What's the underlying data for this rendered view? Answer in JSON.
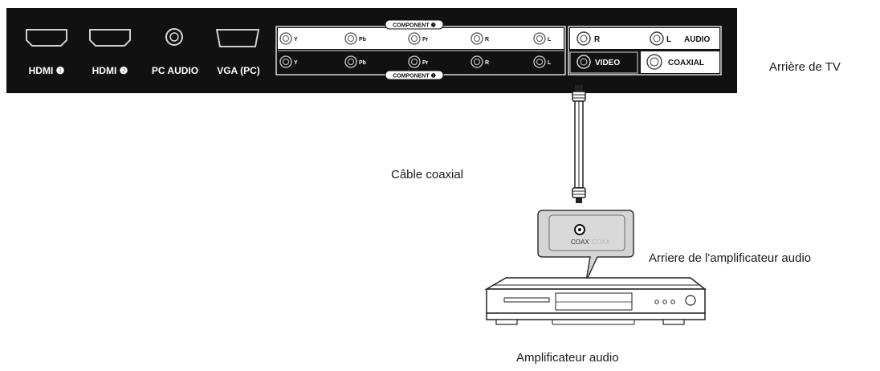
{
  "tv": {
    "caption": "Arrière de TV",
    "port_labels": {
      "hdmi1": "HDMI ❶",
      "hdmi2": "HDMI ❷",
      "pc_audio": "PC AUDIO",
      "vga": "VGA (PC)"
    },
    "component2_label": "COMPONENT ❷",
    "component1_label": "COMPONENT ❶",
    "component_row_labels": [
      "Y",
      "Pb",
      "Pr",
      "R",
      "L"
    ],
    "audio_labels": {
      "r": "R",
      "l": "L",
      "audio": "AUDIO"
    },
    "video_label": "VIDEO",
    "coaxial_label": "COAXIAL"
  },
  "cable": {
    "caption": "Câble coaxial"
  },
  "amplifier": {
    "callout_port_label": "COAX",
    "rear_caption": "Arriere de l'amplificateur audio",
    "caption": "Amplificateur audio"
  },
  "colors": {
    "panel": "#111111",
    "panel_text": "#ffffff",
    "callout": "#d4d4d4",
    "text": "#1a1a1a"
  }
}
